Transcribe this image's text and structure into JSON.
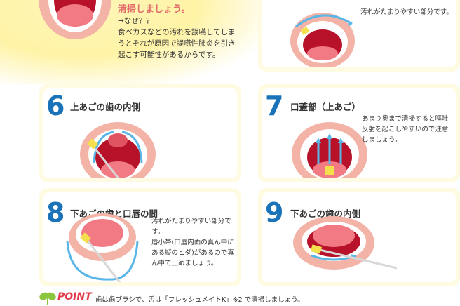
{
  "top": {
    "title": "清掃しましょう。",
    "note": "→なぜ？？\n食べカスなどの汚れを誤嚥してしまうとそれが原因で誤嚥性肺炎を引き起こす可能性があるからです。",
    "card5_desc": "汚れがたまりやすい部分です。"
  },
  "cards": [
    {
      "number": "6",
      "title": "上あごの歯の内側",
      "desc": ""
    },
    {
      "number": "7",
      "title": "口蓋部（上あご）",
      "desc": "あまり奥まで清掃すると嘔吐反射を起こしやすいので注意しましょう。"
    },
    {
      "number": "8",
      "title": "下あごの歯と口唇の間",
      "desc": "汚れがたまりやすい部分です。\n唇小帯(口唇内面の真ん中にある縦のヒダ)があるので真ん中で止めましょう。"
    },
    {
      "number": "9",
      "title": "下あごの歯の内側",
      "desc": ""
    }
  ],
  "point": {
    "label": "POINT",
    "text": "歯は歯ブラシで、舌は「フレッシュメイトK」※2 で清掃しましょう。"
  },
  "colors": {
    "number_blue": "#1a73b8",
    "arrow_blue": "#5bb6e8",
    "lip": "#f4b3a7",
    "mouth": "#b7122a",
    "tongue": "#f27a85",
    "card_frame": "#fffbe3",
    "point_red": "#e23a4b",
    "leaf_green": "#8cc63f"
  },
  "icons": [
    "leaf-icon",
    "toothbrush-icon",
    "mouth-illustration"
  ]
}
